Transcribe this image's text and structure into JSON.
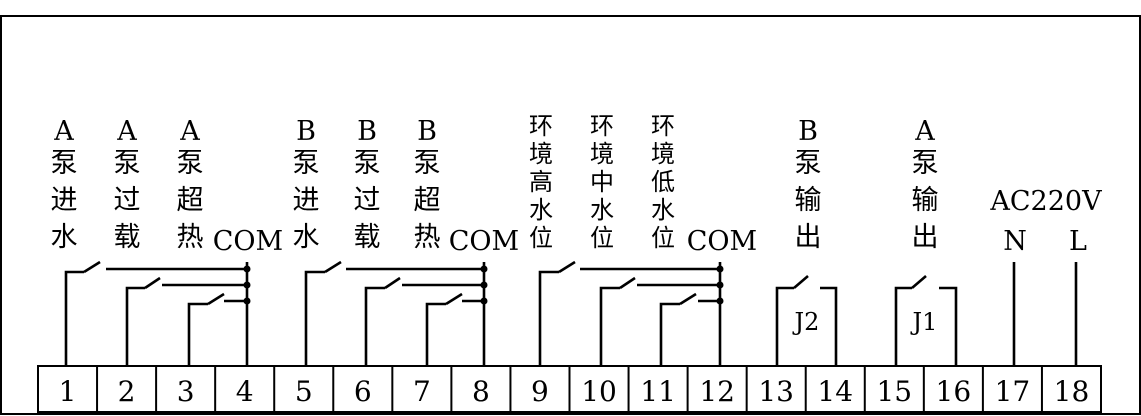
{
  "labels": {
    "a_pump_inlet": [
      "A",
      "泵",
      "进",
      "水"
    ],
    "a_pump_overload": [
      "A",
      "泵",
      "过",
      "载"
    ],
    "a_pump_overheat": [
      "A",
      "泵",
      "超",
      "热"
    ],
    "com1": "COM",
    "b_pump_inlet": [
      "B",
      "泵",
      "进",
      "水"
    ],
    "b_pump_overload": [
      "B",
      "泵",
      "过",
      "载"
    ],
    "b_pump_overheat": [
      "B",
      "泵",
      "超",
      "热"
    ],
    "com2": "COM",
    "env_high_level": [
      "环",
      "境",
      "高",
      "水",
      "位"
    ],
    "env_mid_level": [
      "环",
      "境",
      "中",
      "水",
      "位"
    ],
    "env_low_level": [
      "环",
      "境",
      "低",
      "水",
      "位"
    ],
    "com3": "COM",
    "b_pump_output": [
      "B",
      "泵",
      "输",
      "出"
    ],
    "a_pump_output": [
      "A",
      "泵",
      "输",
      "出"
    ],
    "power": "AC220V",
    "neutral": "N",
    "live": "L"
  },
  "relays": {
    "j2": "J2",
    "j1": "J1"
  },
  "terminals": [
    "1",
    "2",
    "3",
    "4",
    "5",
    "6",
    "7",
    "8",
    "9",
    "10",
    "11",
    "12",
    "13",
    "14",
    "15",
    "16",
    "17",
    "18"
  ]
}
